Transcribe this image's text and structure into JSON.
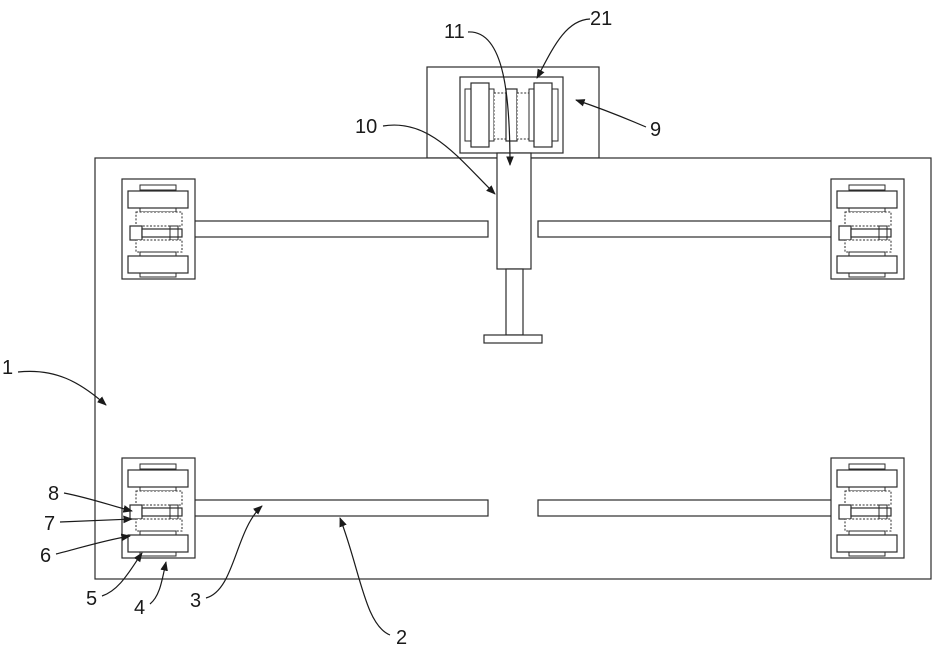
{
  "callouts": {
    "c1": "1",
    "c2": "2",
    "c3": "3",
    "c4": "4",
    "c5": "5",
    "c6": "6",
    "c7": "7",
    "c8": "8",
    "c9": "9",
    "c10": "10",
    "c11": "11",
    "c21": "21"
  },
  "colors": {
    "line": "#2b2b2b",
    "background": "#ffffff"
  }
}
